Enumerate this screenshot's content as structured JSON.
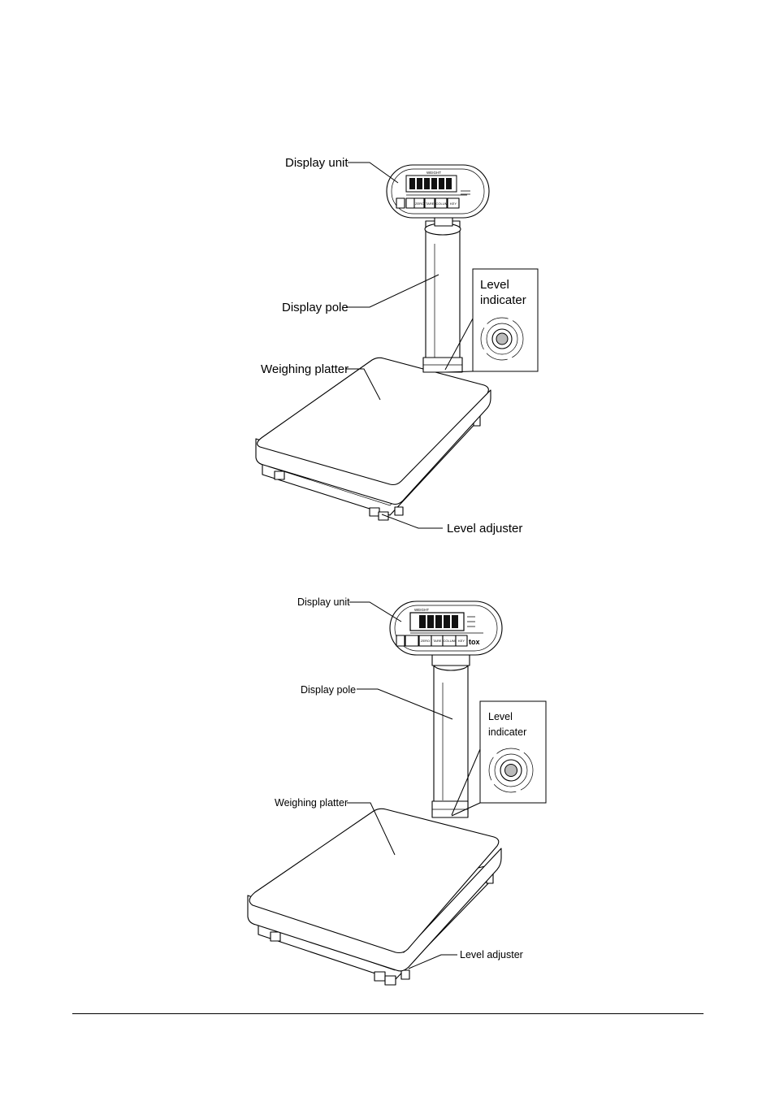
{
  "figure1": {
    "labels": {
      "display_unit": "Display unit",
      "display_pole": "Display pole",
      "level_indicater_1": "Level",
      "level_indicater_2": "indicater",
      "weighing_platter": "Weighing platter",
      "level_adjuster": "Level adjuster"
    },
    "panel": {
      "header": "WEIGHT",
      "keys": [
        "ZERO",
        "TARE",
        "COLUMN",
        "KEY"
      ]
    }
  },
  "figure2": {
    "labels": {
      "display_unit": "Display unit",
      "display_pole": "Display pole",
      "level_indicater_1": "Level",
      "level_indicater_2": "indicater",
      "weighing_platter": "Weighing platter",
      "level_adjuster": "Level adjuster"
    },
    "panel": {
      "header": "WEIGHT",
      "keys": [
        "ZERO",
        "TARE",
        "COLUMN",
        "KEY"
      ],
      "brand": "tox"
    }
  }
}
